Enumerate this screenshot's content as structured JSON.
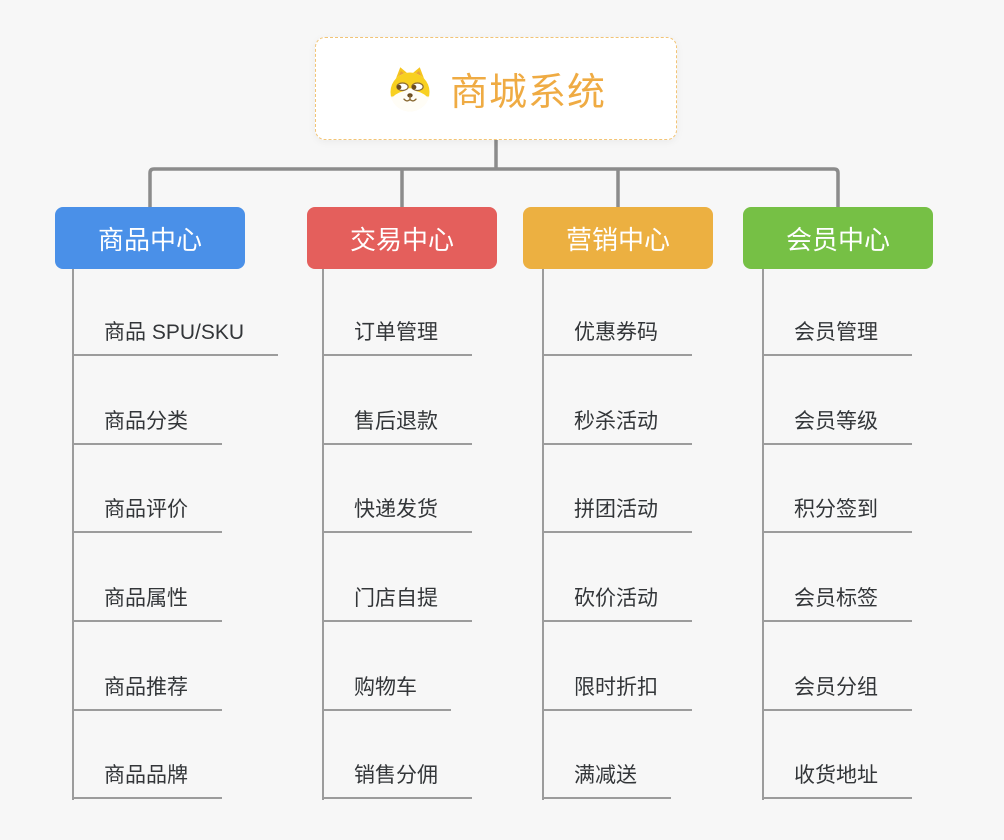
{
  "canvas": {
    "background": "#f7f7f7",
    "connector_color": "#8c8c8c",
    "leaf_line_color": "#9c9c9c"
  },
  "root": {
    "title": "商城系统",
    "title_color": "#efab43",
    "border_color": "#f2c476",
    "icon": "shiba-dog-icon"
  },
  "branches": [
    {
      "label": "商品中心",
      "color": "#4a90e8",
      "children": [
        "商品 SPU/SKU",
        "商品分类",
        "商品评价",
        "商品属性",
        "商品推荐",
        "商品品牌"
      ]
    },
    {
      "label": "交易中心",
      "color": "#e45f5c",
      "children": [
        "订单管理",
        "售后退款",
        "快递发货",
        "门店自提",
        "购物车",
        "销售分佣"
      ]
    },
    {
      "label": "营销中心",
      "color": "#ecb041",
      "children": [
        "优惠券码",
        "秒杀活动",
        "拼团活动",
        "砍价活动",
        "限时折扣",
        "满减送"
      ]
    },
    {
      "label": "会员中心",
      "color": "#76c045",
      "children": [
        "会员管理",
        "会员等级",
        "积分签到",
        "会员标签",
        "会员分组",
        "收货地址"
      ]
    }
  ]
}
